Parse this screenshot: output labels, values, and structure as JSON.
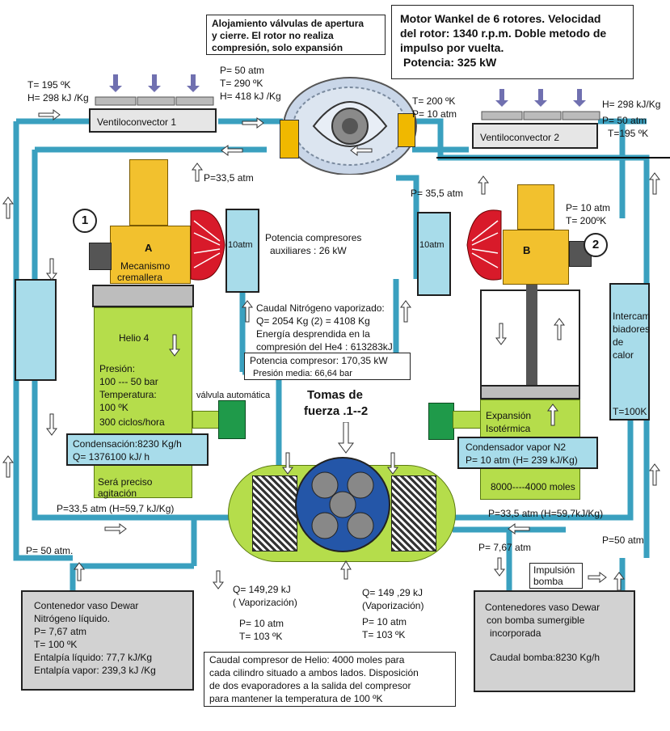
{
  "title_box": {
    "line1": "Motor Wankel de 6 rotores. Velocidad",
    "line2": "del rotor: 1340 r.p.m. Doble metodo de",
    "line3": "impulso por vuelta.",
    "line4": "Potencia: 325 kW"
  },
  "valves_box": {
    "line1": "Alojamiento válvulas de apertura",
    "line2": "y cierre. El rotor no realiza",
    "line3": "compresión, solo expansión"
  },
  "ventilo1": {
    "label": "Ventiloconvector 1",
    "temp": "T= 195 ºK",
    "enthalpy": "H= 298 kJ /Kg"
  },
  "ventilo2": {
    "label": "Ventiloconvector 2",
    "enthalpy": "H= 298 kJ/Kg",
    "pressure": "P= 50 atm",
    "temp": "T=195 ºK"
  },
  "rotor_in": {
    "pressure": "P= 50 atm",
    "temp": "T= 290 ºK",
    "enthalpy": "H= 418 kJ /Kg"
  },
  "rotor_out": {
    "temp": "T= 200 ºK",
    "pressure": "P= 10 atm"
  },
  "left_p": "P=33,5 atm",
  "right_p": "P= 35,5 atm",
  "right_state": {
    "pressure": "P= 10 atm",
    "temp": "T= 200ºK"
  },
  "marker_1": "1",
  "marker_2": "2",
  "cyl_a": {
    "letter": "A",
    "mech1": "Mecanismo",
    "mech2": "cremallera"
  },
  "cyl_b": {
    "letter": "B"
  },
  "atm10_left": "10atm",
  "atm10_right": "10atm",
  "aux_power": {
    "line1": "Potencia compresores",
    "line2": "auxiliares : 26 kW"
  },
  "nitrogen_box": {
    "line1": "Caudal Nitrógeno vaporizado:",
    "line2": "Q= 2054 Kg (2) = 4108 Kg",
    "line3": "Energía desprendida en la",
    "line4": "compresión del He4 : 613283kJ"
  },
  "comp_power": {
    "line1": "Potencia compresor: 170,35 kW",
    "line2": "Presión media: 66,64 bar"
  },
  "helio": {
    "title": "Helio 4",
    "presion": "Presión:",
    "range": "100 --- 50 bar",
    "temperatura": "Temperatura:",
    "temp": "100 ºK",
    "cycles": "300 ciclos/hora"
  },
  "condensacion": {
    "line1": "Condensación:8230 Kg/h",
    "line2": "Q= 1376100 kJ/ h"
  },
  "agitacion": {
    "line1": "Será preciso",
    "line2": "agitación"
  },
  "valvula": "válvula automática",
  "tomas": {
    "line1": "Tomas de",
    "line2": "fuerza .1--2"
  },
  "expansion": {
    "line1": "Expansión",
    "line2": "Isotérmica"
  },
  "condensador": {
    "line1": "Condensador vapor N2",
    "line2": "P= 10 atm (H= 239 kJ/Kg)"
  },
  "moles": "8000----4000 moles",
  "intercam": {
    "line1": "Intercam",
    "line2": "biadores",
    "line3": "de",
    "line4": "calor",
    "temp": "T=100K"
  },
  "p335_left": "P=33,5 atm (H=59,7 kJ/Kg)",
  "p335_right": "P=33,5 atm (H=59,7kJ/Kg)",
  "p50_left": "P= 50 atm.",
  "p767": "P= 7,67 atm",
  "p50_right": "P=50 atm",
  "impulsion": {
    "line1": "Impulsión",
    "line2": "bomba"
  },
  "dewar_left": {
    "line1": "Contenedor vaso Dewar",
    "line2": "Nitrógeno líquido.",
    "line3": "P= 7,67 atm",
    "line4": "T= 100 ºK",
    "line5": "Entalpía líquido: 77,7 kJ/Kg",
    "line6": "Entalpía vapor: 239,3 kJ /Kg"
  },
  "dewar_right": {
    "line1": "Contenedores vaso Dewar",
    "line2": "con bomba sumergible",
    "line3": "incorporada",
    "line4": "Caudal bomba:8230 Kg/h"
  },
  "q_left": {
    "line1": "Q= 149,29 kJ",
    "line2": "( Vaporización)",
    "line3": "P= 10 atm",
    "line4": "T= 103 ºK"
  },
  "q_right": {
    "line1": "Q= 149 ,29 kJ",
    "line2": "(Vaporización)",
    "line3": "P= 10 atm",
    "line4": "T= 103 ºK"
  },
  "bottom_box": {
    "line1": "Caudal compresor de Helio: 4000 moles para",
    "line2": "cada cilindro situado a ambos lados. Disposición",
    "line3": "de dos evaporadores a la salida del compresor",
    "line4": "para mantener la temperatura de 100 ºK"
  },
  "colors": {
    "pipe": "#3aa0bf",
    "helium": "#b5dd4b",
    "piston": "#f2c12e",
    "cooler": "#a8dcea",
    "turbine": "#d81a2a"
  }
}
